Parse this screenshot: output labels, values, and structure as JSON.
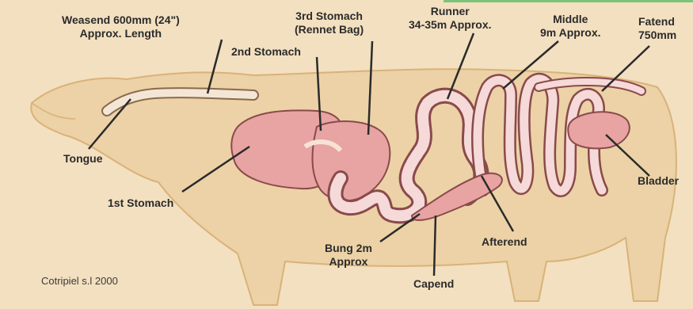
{
  "labels": {
    "weasend": [
      "Weasend 600mm (24\")",
      "Approx. Length"
    ],
    "third_stomach": [
      "3rd Stomach",
      "(Rennet Bag)"
    ],
    "runner": [
      "Runner",
      "34-35m Approx."
    ],
    "middle": [
      "Middle",
      "9m Approx."
    ],
    "fatend": [
      "Fatend",
      "750mm"
    ],
    "second_stomach": "2nd Stomach",
    "tongue": "Tongue",
    "first_stomach": "1st Stomach",
    "bladder": "Bladder",
    "bung": [
      "Bung 2m",
      "Approx"
    ],
    "afterend": "Afterend",
    "capend": "Capend"
  },
  "copyright": "Cotripiel s.l 2000",
  "colors": {
    "background": "#f3e0c0",
    "cow_outline": "#d9b27a",
    "organ_fill": "#e8a3a3",
    "organ_stroke": "#8a4a4a",
    "gut_fill": "#f6d9d9",
    "leader_line": "#2b2b2b",
    "label_text": "#2b2b2b"
  }
}
